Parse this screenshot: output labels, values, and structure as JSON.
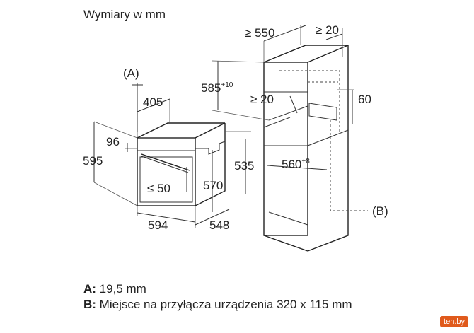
{
  "title": "Wymiary w mm",
  "labels": {
    "a_marker": "(A)",
    "b_marker": "(B)",
    "d405": "405",
    "d96": "96",
    "d595": "595",
    "d50": "≤ 50",
    "d570": "570",
    "d535": "535",
    "d594": "594",
    "d548": "548",
    "d550": "≥ 550",
    "d20_top": "≥ 20",
    "d585": "585",
    "d585_sup": "+10",
    "d20_mid": "≥ 20",
    "d60": "60",
    "d560": "560",
    "d560_sup": "+8"
  },
  "legend": {
    "a_key": "A:",
    "a_text": " 19,5 mm",
    "b_key": "B:",
    "b_text": " Miejsce na przyłącza urządzenia 320 x 115 mm"
  },
  "watermark": "teh.by"
}
